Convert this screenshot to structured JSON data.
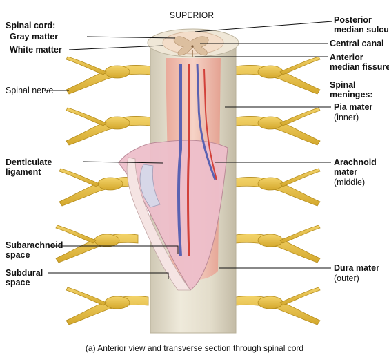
{
  "header": {
    "orientation": "SUPERIOR"
  },
  "left_labels": {
    "spinal_cord": "Spinal cord:",
    "gray_matter": "Gray matter",
    "white_matter": "White matter",
    "spinal_nerve": "Spinal nerve",
    "denticulate_line1": "Denticulate",
    "denticulate_line2": "ligament",
    "subarachnoid_line1": "Subarachnoid",
    "subarachnoid_line2": "space",
    "subdural_line1": "Subdural",
    "subdural_line2": "space"
  },
  "right_labels": {
    "posterior_line1": "Posterior",
    "posterior_line2": "median sulcus",
    "central_canal": "Central canal",
    "anterior_line1": "Anterior",
    "anterior_line2": "median fissure",
    "meninges_line1": "Spinal",
    "meninges_line2": "meninges:",
    "pia": "Pia mater",
    "pia_sub": "(inner)",
    "arachnoid_line1": "Arachnoid",
    "arachnoid_line2": "mater",
    "arachnoid_sub": "(middle)",
    "dura": "Dura mater",
    "dura_sub": "(outer)"
  },
  "caption": "(a) Anterior view and transverse section through spinal cord",
  "colors": {
    "nerve": "#e8c14a",
    "nerve_dark": "#b8921f",
    "dura": "#e7e2d3",
    "arachnoid": "#e9b8c7",
    "pia": "#f0c6bd",
    "artery": "#d2413a",
    "vein": "#5860b0",
    "gray_matter": "#f2d7b6"
  }
}
